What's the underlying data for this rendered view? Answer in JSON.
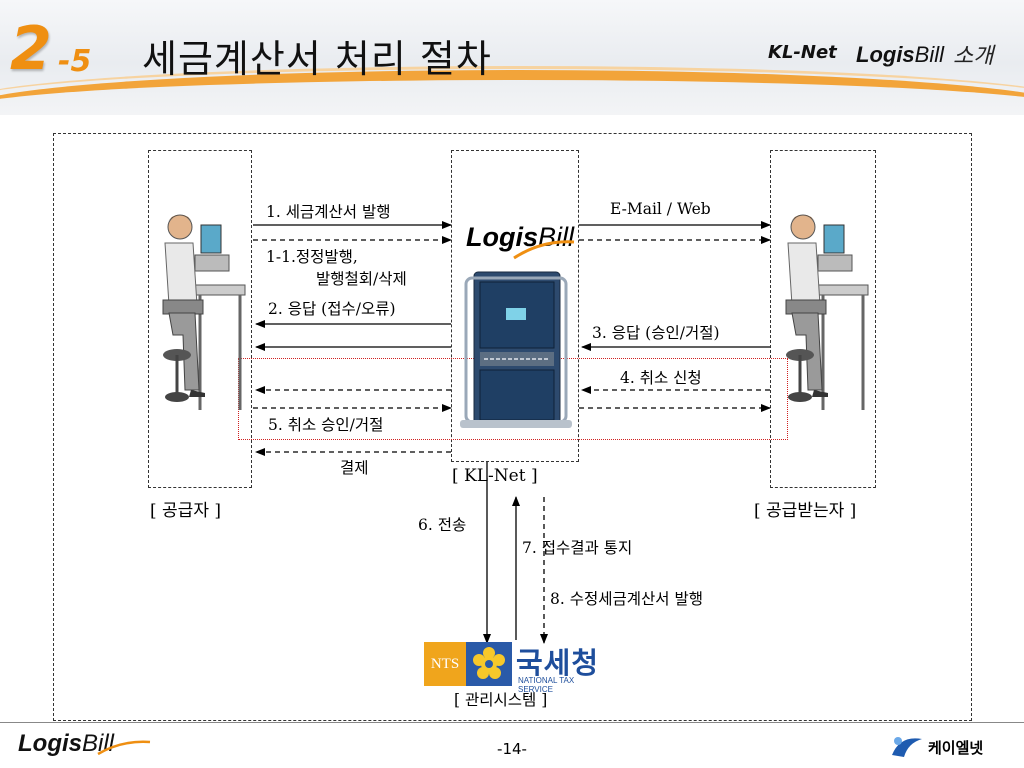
{
  "header": {
    "section_number": "2",
    "section_sub": "-5",
    "title": "세금계산서 처리 절차",
    "brand_kl": "KL-Net",
    "brand_logis_bold": "Logis",
    "brand_logis_light": "Bill",
    "brand_suffix": "소개"
  },
  "diagram": {
    "supplier_label": "[ 공급자 ]",
    "buyer_label": "[ 공급받는자 ]",
    "center_label": "[ KL-Net ]",
    "center_logo_bold": "Logis",
    "center_logo_light": "Bill",
    "nts_label": "[ 관리시스템 ]",
    "nts_logo": {
      "abbr": "NTS",
      "korean": "국세청",
      "english": "NATIONAL TAX SERVICE"
    },
    "steps": {
      "s1": "1. 세금계산서 발행",
      "s1_1_line1": "1-1.정정발행,",
      "s1_1_line2": "발행철회/삭제",
      "s2": "2. 응답 (접수/오류)",
      "email": "E-Mail / Web",
      "s3": "3. 응답 (승인/거절)",
      "s4": "4. 취소 신청",
      "s5": "5. 취소 승인/거절",
      "payment": "결제",
      "s6": "6. 전송",
      "s7": "7. 접수결과 통지",
      "s8": "8. 수정세금계산서 발행"
    },
    "colors": {
      "accent_orange": "#ef8f12",
      "cancel_box": "#d02020"
    }
  },
  "footer": {
    "logo_bold": "Logis",
    "logo_light": "Bill",
    "page_number": "-14-",
    "company": "케이엘넷"
  }
}
